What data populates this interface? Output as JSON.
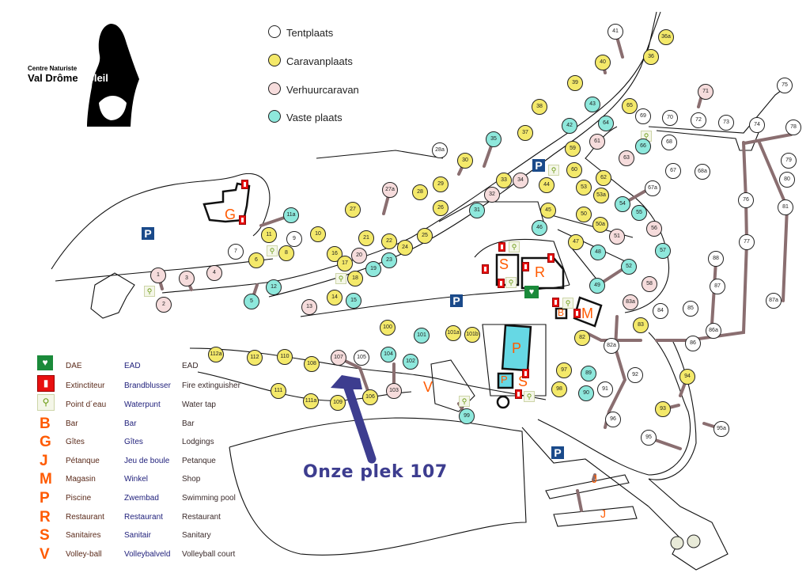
{
  "logo": {
    "line1": "Centre Naturiste",
    "line2a": "Val Drôme",
    "line2b": "Soleil"
  },
  "pitch_legend": [
    {
      "type": "t",
      "label": "Tentplaats"
    },
    {
      "type": "c",
      "label": "Caravanplaats"
    },
    {
      "type": "r",
      "label": "Verhuurcaravan"
    },
    {
      "type": "v",
      "label": "Vaste plaats"
    }
  ],
  "legend": [
    {
      "symbol": "",
      "icon": "aed-icon",
      "fr": "DAE",
      "nl": "EAD",
      "en": "EAD"
    },
    {
      "symbol": "",
      "icon": "fire-extinguisher-icon",
      "fr": "Extinctiteur",
      "nl": "Brandblusser",
      "en": "Fire extinguisher"
    },
    {
      "symbol": "",
      "icon": "water-tap-icon",
      "fr": "Point  d´eau",
      "nl": "Waterpunt",
      "en": "Water tap"
    },
    {
      "symbol": "B",
      "fr": "Bar",
      "nl": "Bar",
      "en": "Bar"
    },
    {
      "symbol": "G",
      "fr": "Gîtes",
      "nl": "Gîtes",
      "en": "Lodgings"
    },
    {
      "symbol": "J",
      "fr": "Pétanque",
      "nl": "Jeu de boule",
      "en": "Petanque"
    },
    {
      "symbol": "M",
      "fr": "Magasin",
      "nl": "Winkel",
      "en": "Shop"
    },
    {
      "symbol": "P",
      "fr": "Piscine",
      "nl": "Zwembad",
      "en": "Swimming pool"
    },
    {
      "symbol": "R",
      "fr": "Restaurant",
      "nl": "Restaurant",
      "en": "Restaurant"
    },
    {
      "symbol": "S",
      "fr": "Sanitaires",
      "nl": "Sanitair",
      "en": "Sanitary"
    },
    {
      "symbol": "V",
      "fr": "Volley-ball",
      "nl": "Volleybalveld",
      "en": "Volleyball court"
    }
  ],
  "map_labels": {
    "G": "G",
    "S": "S",
    "R": "R",
    "B": "B",
    "M": "M",
    "P": "P",
    "V": "V",
    "J": "J",
    "parking": "P"
  },
  "annotation": "Onze plek 107",
  "colors": {
    "tent": "#ffffff",
    "caravan": "#f4e96a",
    "rental": "#f6dcdc",
    "permanent": "#8ee8dc",
    "accent": "#ff5a00",
    "arrow": "#3d3d8f"
  },
  "pitches": [
    {
      "label": "1",
      "type": "r"
    },
    {
      "label": "2",
      "type": "r"
    },
    {
      "label": "3",
      "type": "r"
    },
    {
      "label": "4",
      "type": "r"
    },
    {
      "label": "5",
      "type": "v"
    },
    {
      "label": "6",
      "type": "c"
    },
    {
      "label": "7",
      "type": "t"
    },
    {
      "label": "8",
      "type": "c"
    },
    {
      "label": "9",
      "type": "t"
    },
    {
      "label": "10",
      "type": "c"
    },
    {
      "label": "11",
      "type": "c"
    },
    {
      "label": "11a",
      "type": "v"
    },
    {
      "label": "12",
      "type": "v"
    },
    {
      "label": "13",
      "type": "r"
    },
    {
      "label": "14",
      "type": "c"
    },
    {
      "label": "15",
      "type": "v"
    },
    {
      "label": "16",
      "type": "c"
    },
    {
      "label": "17",
      "type": "c"
    },
    {
      "label": "18",
      "type": "c"
    },
    {
      "label": "19",
      "type": "v"
    },
    {
      "label": "20",
      "type": "r"
    },
    {
      "label": "21",
      "type": "c"
    },
    {
      "label": "22",
      "type": "c"
    },
    {
      "label": "23",
      "type": "v"
    },
    {
      "label": "24",
      "type": "c"
    },
    {
      "label": "25",
      "type": "c"
    },
    {
      "label": "26",
      "type": "c"
    },
    {
      "label": "27",
      "type": "c"
    },
    {
      "label": "27a",
      "type": "r"
    },
    {
      "label": "28",
      "type": "c"
    },
    {
      "label": "28a",
      "type": "t"
    },
    {
      "label": "29",
      "type": "c"
    },
    {
      "label": "30",
      "type": "c"
    },
    {
      "label": "31",
      "type": "v"
    },
    {
      "label": "32",
      "type": "r"
    },
    {
      "label": "33",
      "type": "c"
    },
    {
      "label": "34",
      "type": "r"
    },
    {
      "label": "35",
      "type": "v"
    },
    {
      "label": "36",
      "type": "c"
    },
    {
      "label": "36a",
      "type": "c"
    },
    {
      "label": "37",
      "type": "c"
    },
    {
      "label": "38",
      "type": "c"
    },
    {
      "label": "39",
      "type": "c"
    },
    {
      "label": "40",
      "type": "c"
    },
    {
      "label": "41",
      "type": "t"
    },
    {
      "label": "42",
      "type": "v"
    },
    {
      "label": "43",
      "type": "v"
    },
    {
      "label": "44",
      "type": "c"
    },
    {
      "label": "45",
      "type": "c"
    },
    {
      "label": "46",
      "type": "v"
    },
    {
      "label": "47",
      "type": "c"
    },
    {
      "label": "48",
      "type": "v"
    },
    {
      "label": "49",
      "type": "v"
    },
    {
      "label": "50",
      "type": "c"
    },
    {
      "label": "50a",
      "type": "c"
    },
    {
      "label": "51",
      "type": "r"
    },
    {
      "label": "52",
      "type": "v"
    },
    {
      "label": "53",
      "type": "c"
    },
    {
      "label": "53a",
      "type": "c"
    },
    {
      "label": "54",
      "type": "v"
    },
    {
      "label": "55",
      "type": "v"
    },
    {
      "label": "56",
      "type": "r"
    },
    {
      "label": "57",
      "type": "v"
    },
    {
      "label": "58",
      "type": "r"
    },
    {
      "label": "59",
      "type": "c"
    },
    {
      "label": "60",
      "type": "c"
    },
    {
      "label": "61",
      "type": "r"
    },
    {
      "label": "62",
      "type": "c"
    },
    {
      "label": "63",
      "type": "r"
    },
    {
      "label": "64",
      "type": "v"
    },
    {
      "label": "65",
      "type": "c"
    },
    {
      "label": "66",
      "type": "v"
    },
    {
      "label": "67",
      "type": "t"
    },
    {
      "label": "67a",
      "type": "t"
    },
    {
      "label": "68",
      "type": "t"
    },
    {
      "label": "68a",
      "type": "t"
    },
    {
      "label": "69",
      "type": "t"
    },
    {
      "label": "70",
      "type": "t"
    },
    {
      "label": "71",
      "type": "r"
    },
    {
      "label": "72",
      "type": "t"
    },
    {
      "label": "73",
      "type": "t"
    },
    {
      "label": "74",
      "type": "t"
    },
    {
      "label": "75",
      "type": "t"
    },
    {
      "label": "76",
      "type": "t"
    },
    {
      "label": "77",
      "type": "t"
    },
    {
      "label": "78",
      "type": "t"
    },
    {
      "label": "79",
      "type": "t"
    },
    {
      "label": "80",
      "type": "t"
    },
    {
      "label": "81",
      "type": "t"
    },
    {
      "label": "82",
      "type": "c"
    },
    {
      "label": "82a",
      "type": "t"
    },
    {
      "label": "83",
      "type": "c"
    },
    {
      "label": "83a",
      "type": "r"
    },
    {
      "label": "84",
      "type": "t"
    },
    {
      "label": "85",
      "type": "t"
    },
    {
      "label": "86",
      "type": "t"
    },
    {
      "label": "86a",
      "type": "t"
    },
    {
      "label": "87",
      "type": "t"
    },
    {
      "label": "87a",
      "type": "t"
    },
    {
      "label": "88",
      "type": "t"
    },
    {
      "label": "89",
      "type": "v"
    },
    {
      "label": "90",
      "type": "v"
    },
    {
      "label": "91",
      "type": "t"
    },
    {
      "label": "92",
      "type": "t"
    },
    {
      "label": "93",
      "type": "c"
    },
    {
      "label": "94",
      "type": "c"
    },
    {
      "label": "95",
      "type": "t"
    },
    {
      "label": "95a",
      "type": "t"
    },
    {
      "label": "96",
      "type": "t"
    },
    {
      "label": "97",
      "type": "c"
    },
    {
      "label": "98",
      "type": "c"
    },
    {
      "label": "99",
      "type": "v"
    },
    {
      "label": "100",
      "type": "c"
    },
    {
      "label": "101",
      "type": "v"
    },
    {
      "label": "101a",
      "type": "c"
    },
    {
      "label": "101b",
      "type": "c"
    },
    {
      "label": "102",
      "type": "v"
    },
    {
      "label": "103",
      "type": "r"
    },
    {
      "label": "104",
      "type": "v"
    },
    {
      "label": "105",
      "type": "t"
    },
    {
      "label": "106",
      "type": "c"
    },
    {
      "label": "107",
      "type": "r"
    },
    {
      "label": "108",
      "type": "c"
    },
    {
      "label": "109",
      "type": "c"
    },
    {
      "label": "110",
      "type": "c"
    },
    {
      "label": "111",
      "type": "c"
    },
    {
      "label": "111a",
      "type": "c"
    },
    {
      "label": "112",
      "type": "c"
    },
    {
      "label": "112a",
      "type": "c"
    }
  ]
}
